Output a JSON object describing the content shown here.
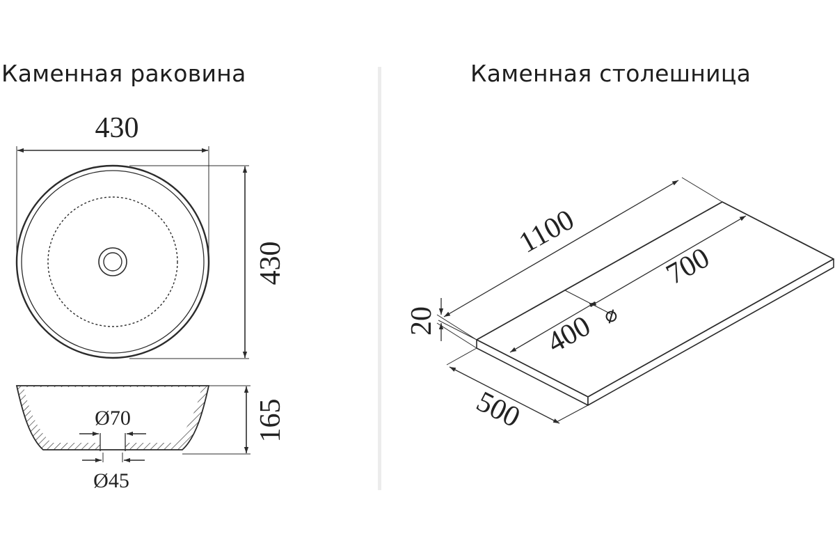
{
  "titles": {
    "left": "Каменная раковина",
    "right": "Каменная столешница"
  },
  "sink": {
    "top_view": {
      "width": "430",
      "depth": "430"
    },
    "side_view": {
      "height": "165",
      "drain_outer": "Ø70",
      "drain_inner": "Ø45"
    }
  },
  "countertop": {
    "length": "1100",
    "cutout_offset": "700",
    "cutout_from_edge": "400",
    "thickness": "20",
    "depth": "500",
    "hole_symbol": "⌀"
  },
  "colors": {
    "line": "#2b2b2b",
    "text": "#222222",
    "divider": "#ececec"
  }
}
